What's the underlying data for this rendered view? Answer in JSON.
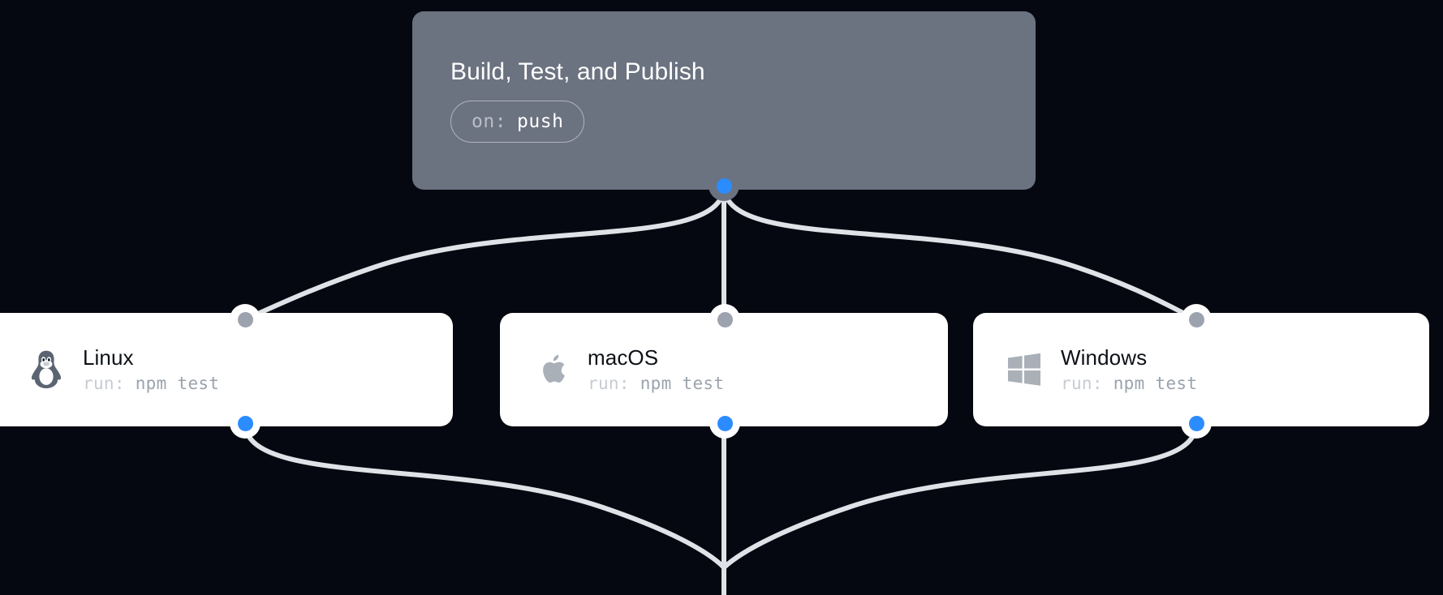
{
  "canvas": {
    "background_color": "#050810",
    "edge_color": "#dfe3e8"
  },
  "trigger_node": {
    "title": "Build, Test, and Publish",
    "background_color": "#6b7280",
    "trigger_pill": {
      "key": "on:",
      "value": "push"
    },
    "output_port": {
      "name": "source",
      "color": "#2b8cff"
    }
  },
  "jobs": [
    {
      "id": "linux",
      "title": "Linux",
      "icon": "linux-penguin-icon",
      "command_key": "run:",
      "command_value": "npm test",
      "input_port_color": "#9ca3af",
      "output_port_color": "#2b8cff"
    },
    {
      "id": "macos",
      "title": "macOS",
      "icon": "apple-logo-icon",
      "command_key": "run:",
      "command_value": "npm test",
      "input_port_color": "#9ca3af",
      "output_port_color": "#2b8cff"
    },
    {
      "id": "windows",
      "title": "Windows",
      "icon": "windows-logo-icon",
      "command_key": "run:",
      "command_value": "npm test",
      "input_port_color": "#9ca3af",
      "output_port_color": "#2b8cff"
    }
  ]
}
